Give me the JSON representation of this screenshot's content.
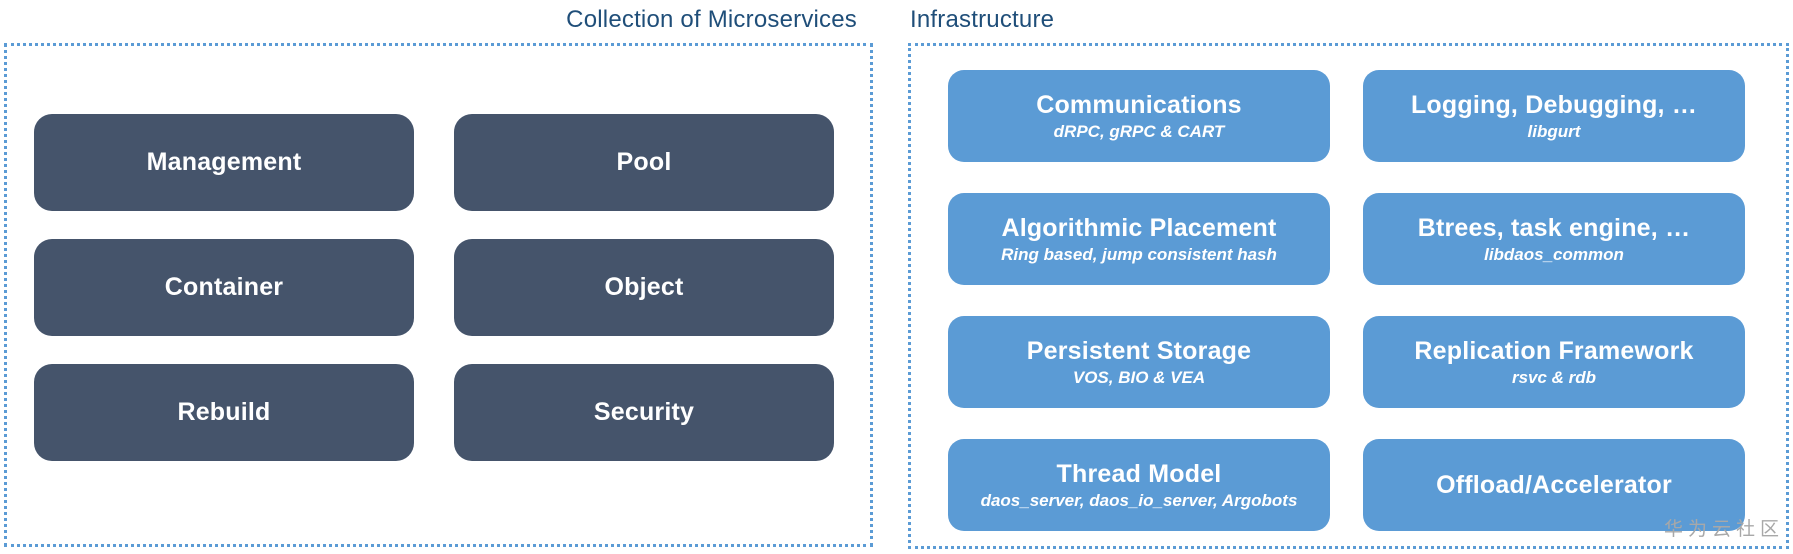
{
  "panels": {
    "microservices": {
      "title": "Collection of Microservices",
      "boxes": [
        {
          "label": "Management"
        },
        {
          "label": "Pool"
        },
        {
          "label": "Container"
        },
        {
          "label": "Object"
        },
        {
          "label": "Rebuild"
        },
        {
          "label": "Security"
        }
      ]
    },
    "infrastructure": {
      "title": "Infrastructure",
      "boxes": [
        {
          "label": "Communications",
          "sub": "dRPC, gRPC & CART"
        },
        {
          "label": "Logging, Debugging, …",
          "sub": "libgurt"
        },
        {
          "label": "Algorithmic Placement",
          "sub": "Ring based, jump consistent hash"
        },
        {
          "label": "Btrees, task engine, …",
          "sub": "libdaos_common"
        },
        {
          "label": "Persistent Storage",
          "sub": "VOS, BIO & VEA"
        },
        {
          "label": "Replication Framework",
          "sub": "rsvc & rdb"
        },
        {
          "label": "Thread Model",
          "sub": "daos_server, daos_io_server, Argobots"
        },
        {
          "label": "Offload/Accelerator",
          "sub": ""
        }
      ]
    }
  },
  "watermark": "华为云社区",
  "colors": {
    "dark_box": "#45546B",
    "blue_box": "#5B9BD5",
    "title_text": "#1F4E79",
    "dotted_border": "#5B9BD5",
    "watermark_text": "#A8A8A8"
  }
}
